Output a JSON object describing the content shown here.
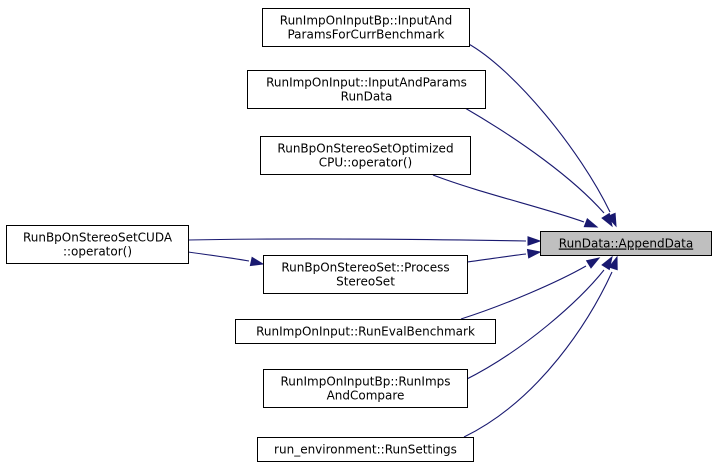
{
  "graph": {
    "focus": {
      "lines": [
        "RunData::AppendData"
      ]
    },
    "callers": [
      {
        "id": "n1",
        "lines": [
          "RunImpOnInputBp::InputAnd",
          "ParamsForCurrBenchmark"
        ]
      },
      {
        "id": "n2",
        "lines": [
          "RunImpOnInput::InputAndParams",
          "RunData"
        ]
      },
      {
        "id": "n3",
        "lines": [
          "RunBpOnStereoSetOptimized",
          "CPU::operator()"
        ]
      },
      {
        "id": "n4",
        "lines": [
          "RunBpOnStereoSetCUDA",
          "::operator()"
        ]
      },
      {
        "id": "n5",
        "lines": [
          "RunBpOnStereoSet::Process",
          "StereoSet"
        ]
      },
      {
        "id": "n6",
        "lines": [
          "RunImpOnInput::RunEvalBenchmark"
        ]
      },
      {
        "id": "n7",
        "lines": [
          "RunImpOnInputBp::RunImps",
          "AndCompare"
        ]
      },
      {
        "id": "n8",
        "lines": [
          "run_environment::RunSettings"
        ]
      }
    ],
    "edges": [
      {
        "from": "n1",
        "to": "focus"
      },
      {
        "from": "n2",
        "to": "focus"
      },
      {
        "from": "n3",
        "to": "focus"
      },
      {
        "from": "n4",
        "to": "focus"
      },
      {
        "from": "n4",
        "to": "n5"
      },
      {
        "from": "n5",
        "to": "focus"
      },
      {
        "from": "n6",
        "to": "focus"
      },
      {
        "from": "n7",
        "to": "focus"
      },
      {
        "from": "n8",
        "to": "focus"
      }
    ],
    "colors": {
      "edge": "#191970",
      "focus_fill": "#bfbfbf",
      "node_fill": "#ffffff",
      "border": "#000000"
    }
  }
}
